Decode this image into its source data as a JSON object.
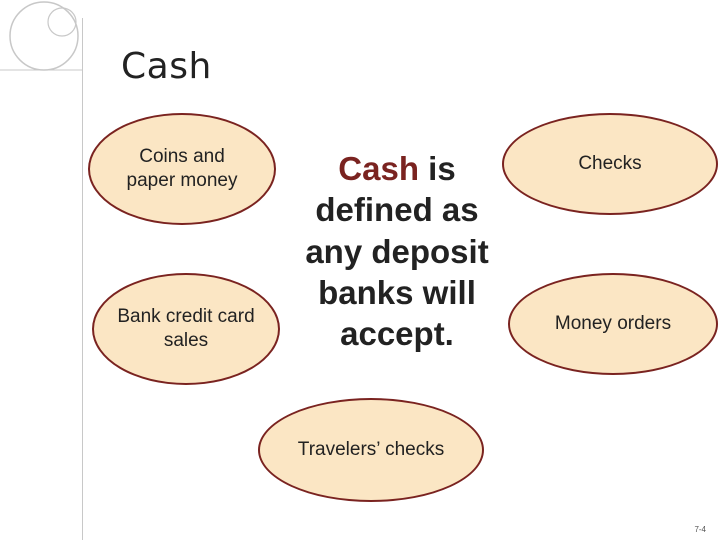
{
  "slide": {
    "title": "Cash",
    "center": {
      "accent": "Cash",
      "rest": " is defined as any deposit banks will accept."
    },
    "ovals": {
      "coins": "Coins and paper money",
      "bank_card": "Bank credit card sales",
      "checks": "Checks",
      "money_orders": "Money orders",
      "travelers": "Travelers’ checks"
    },
    "page_number": "7-4"
  },
  "colors": {
    "oval_fill": "#fbe6c4",
    "oval_border": "#7a2320",
    "accent": "#7a2320"
  }
}
